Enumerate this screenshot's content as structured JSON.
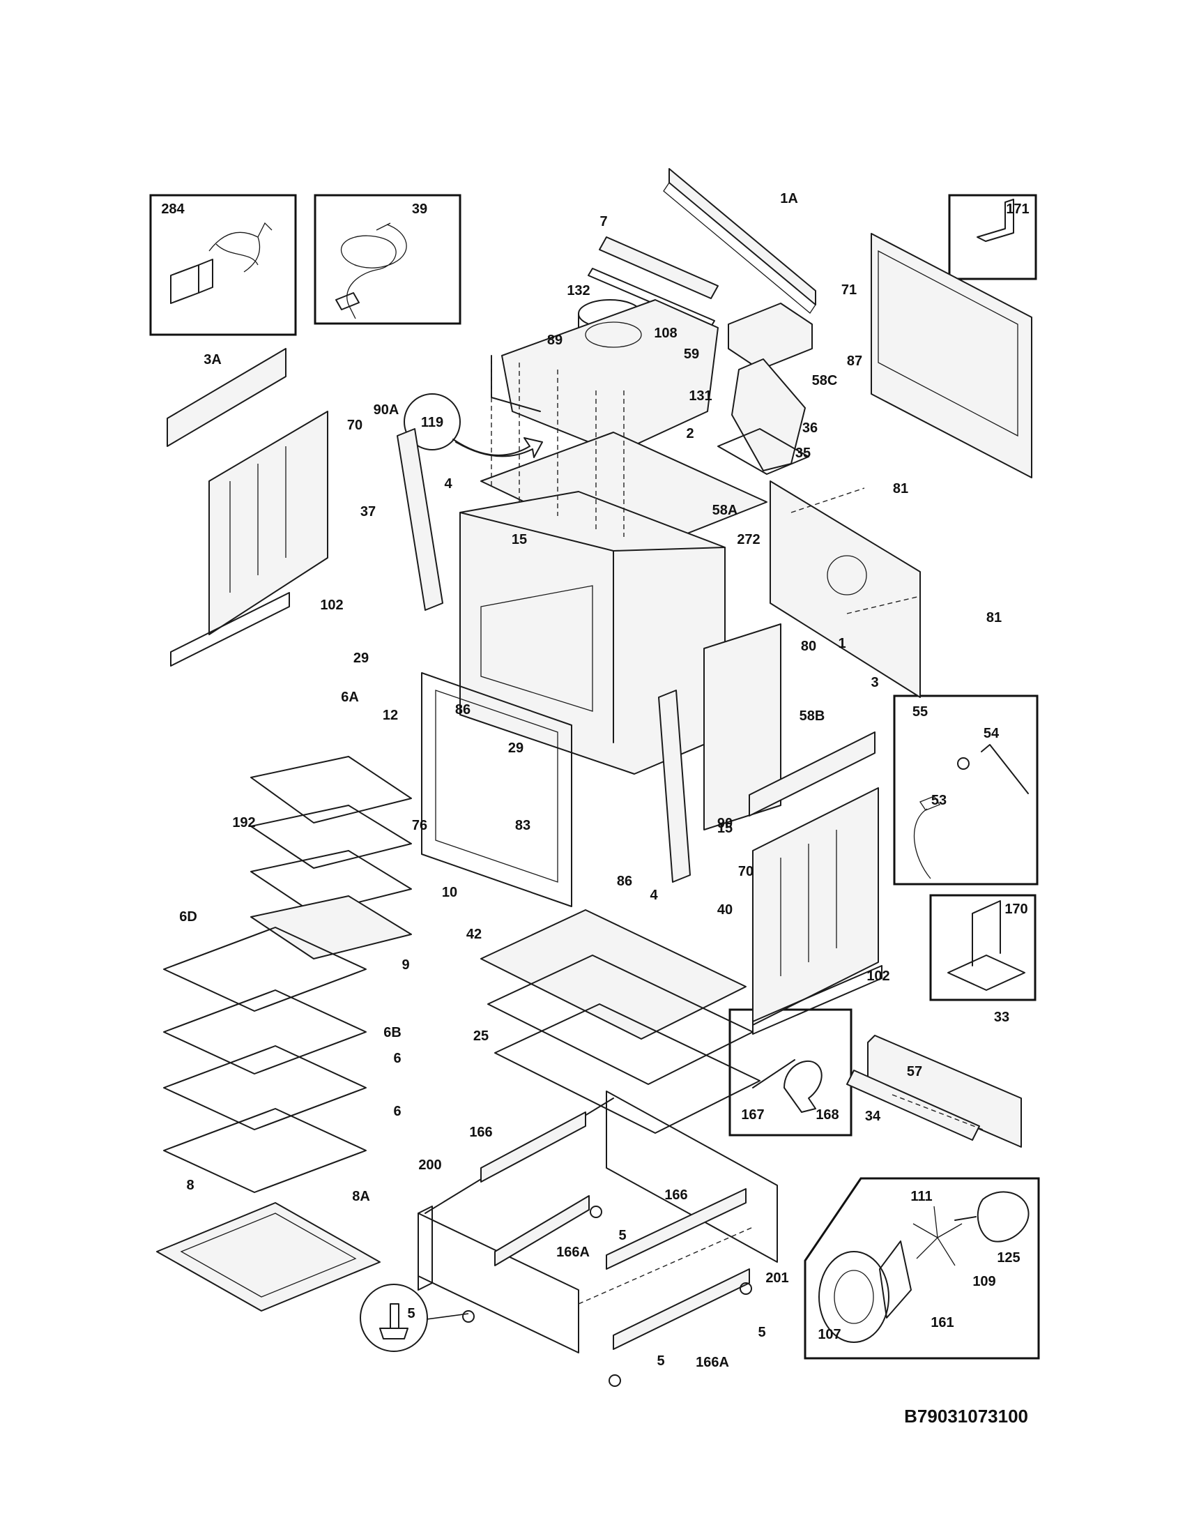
{
  "diagram_code": "B79031073100",
  "parts": [
    {
      "id": "p284",
      "label": "284"
    },
    {
      "id": "p39",
      "label": "39"
    },
    {
      "id": "p1A",
      "label": "1A"
    },
    {
      "id": "p7",
      "label": "7"
    },
    {
      "id": "p171",
      "label": "171"
    },
    {
      "id": "p132",
      "label": "132"
    },
    {
      "id": "p71",
      "label": "71"
    },
    {
      "id": "p108",
      "label": "108"
    },
    {
      "id": "p89",
      "label": "89"
    },
    {
      "id": "p59",
      "label": "59"
    },
    {
      "id": "p58C",
      "label": "58C"
    },
    {
      "id": "p3A",
      "label": "3A"
    },
    {
      "id": "p87",
      "label": "87"
    },
    {
      "id": "p131",
      "label": "131"
    },
    {
      "id": "p90A",
      "label": "90A"
    },
    {
      "id": "p119",
      "label": "119"
    },
    {
      "id": "p36",
      "label": "36"
    },
    {
      "id": "p70a",
      "label": "70"
    },
    {
      "id": "p2",
      "label": "2"
    },
    {
      "id": "p35",
      "label": "35"
    },
    {
      "id": "p4a",
      "label": "4"
    },
    {
      "id": "p81a",
      "label": "81"
    },
    {
      "id": "p58A",
      "label": "58A"
    },
    {
      "id": "p15a",
      "label": "15"
    },
    {
      "id": "p37",
      "label": "37"
    },
    {
      "id": "p272",
      "label": "272"
    },
    {
      "id": "p102a",
      "label": "102"
    },
    {
      "id": "p81b",
      "label": "81"
    },
    {
      "id": "p29a",
      "label": "29"
    },
    {
      "id": "p80",
      "label": "80"
    },
    {
      "id": "p1",
      "label": "1"
    },
    {
      "id": "p6A",
      "label": "6A"
    },
    {
      "id": "p12",
      "label": "12"
    },
    {
      "id": "p3",
      "label": "3"
    },
    {
      "id": "p58B",
      "label": "58B"
    },
    {
      "id": "p55",
      "label": "55"
    },
    {
      "id": "p86a",
      "label": "86"
    },
    {
      "id": "p54",
      "label": "54"
    },
    {
      "id": "p29b",
      "label": "29"
    },
    {
      "id": "p53",
      "label": "53"
    },
    {
      "id": "p15b",
      "label": "15"
    },
    {
      "id": "p192",
      "label": "192"
    },
    {
      "id": "p76",
      "label": "76"
    },
    {
      "id": "p83",
      "label": "83"
    },
    {
      "id": "p90",
      "label": "90"
    },
    {
      "id": "p70b",
      "label": "70"
    },
    {
      "id": "p10",
      "label": "10"
    },
    {
      "id": "p86b",
      "label": "86"
    },
    {
      "id": "p4b",
      "label": "4"
    },
    {
      "id": "p6D",
      "label": "6D"
    },
    {
      "id": "p40",
      "label": "40"
    },
    {
      "id": "p170",
      "label": "170"
    },
    {
      "id": "p42",
      "label": "42"
    },
    {
      "id": "p9",
      "label": "9"
    },
    {
      "id": "p102b",
      "label": "102"
    },
    {
      "id": "p6B",
      "label": "6B"
    },
    {
      "id": "p25",
      "label": "25"
    },
    {
      "id": "p33",
      "label": "33"
    },
    {
      "id": "p6a",
      "label": "6"
    },
    {
      "id": "p57",
      "label": "57"
    },
    {
      "id": "p6b",
      "label": "6"
    },
    {
      "id": "p167",
      "label": "167"
    },
    {
      "id": "p168",
      "label": "168"
    },
    {
      "id": "p34",
      "label": "34"
    },
    {
      "id": "p166a",
      "label": "166"
    },
    {
      "id": "p200",
      "label": "200"
    },
    {
      "id": "p8",
      "label": "8"
    },
    {
      "id": "p8A",
      "label": "8A"
    },
    {
      "id": "p5a",
      "label": "5"
    },
    {
      "id": "p166b",
      "label": "166"
    },
    {
      "id": "p111",
      "label": "111"
    },
    {
      "id": "p166Aa",
      "label": "166A"
    },
    {
      "id": "p125",
      "label": "125"
    },
    {
      "id": "p109",
      "label": "109"
    },
    {
      "id": "p201",
      "label": "201"
    },
    {
      "id": "p5b",
      "label": "5"
    },
    {
      "id": "p161",
      "label": "161"
    },
    {
      "id": "p5c",
      "label": "5"
    },
    {
      "id": "p107",
      "label": "107"
    },
    {
      "id": "p166Ab",
      "label": "166A"
    },
    {
      "id": "p5d",
      "label": "5"
    }
  ]
}
